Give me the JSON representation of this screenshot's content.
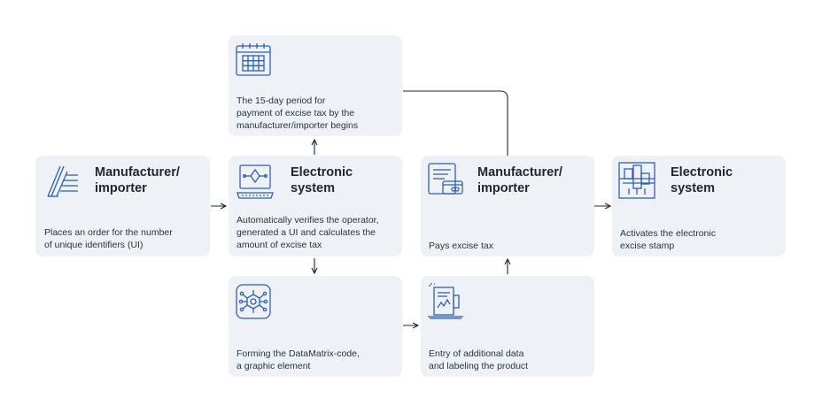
{
  "cards": {
    "manufacturer_order": {
      "title": "Manufacturer/\nimporter",
      "desc": "Places an order for the number\nof unique identifiers (UI)",
      "icon": "document-lines-pen-icon"
    },
    "electronic_system_verify": {
      "title": "Electronic\nsystem",
      "desc": "Automatically verifies the operator,\ngenerated a UI and calculates the\namount of  excise tax",
      "icon": "laptop-network-icon"
    },
    "period_begins": {
      "desc": "The 15-day period for\npayment of excise tax by the\nmanufacturer/importer begins",
      "icon": "calendar-icon"
    },
    "datamatrix": {
      "desc": "Forming the DataMatrix-code,\na graphic element",
      "icon": "chip-circuit-icon"
    },
    "entry_labeling": {
      "desc": "Entry of additional data\nand labeling the product",
      "icon": "document-chart-icon"
    },
    "manufacturer_pays": {
      "title": "Manufacturer/\nimporter",
      "desc": "Pays excise tax",
      "icon": "credit-card-document-icon"
    },
    "electronic_system_stamp": {
      "title": "Electronic\nsystem",
      "desc": "Activates the electronic\nexcise stamp",
      "icon": "excise-stamp-icon"
    }
  },
  "colors": {
    "card_bg": "#eef1f6",
    "icon_blue": "#2f5fb0",
    "connector": "#1d2733"
  }
}
